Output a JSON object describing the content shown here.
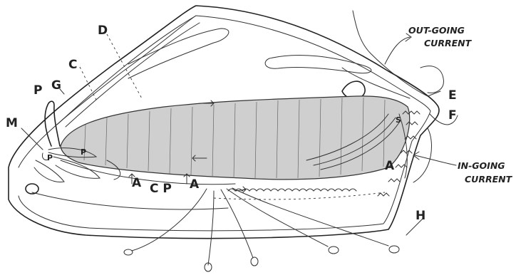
{
  "figure": {
    "labels": {
      "D": "D",
      "C": "C",
      "P_top": "P",
      "G": "G",
      "M": "M",
      "E": "E",
      "F": "F",
      "A_left": "A",
      "CP": "C P",
      "A_mid": "A",
      "A_right": "A",
      "H": "H",
      "p_left": "P",
      "p_right": "P",
      "S": "S"
    },
    "out_going": {
      "line1": "OUT-GOING",
      "line2": "CURRENT"
    },
    "in_going": {
      "line1": "IN-GOING",
      "line2": "CURRENT"
    }
  }
}
